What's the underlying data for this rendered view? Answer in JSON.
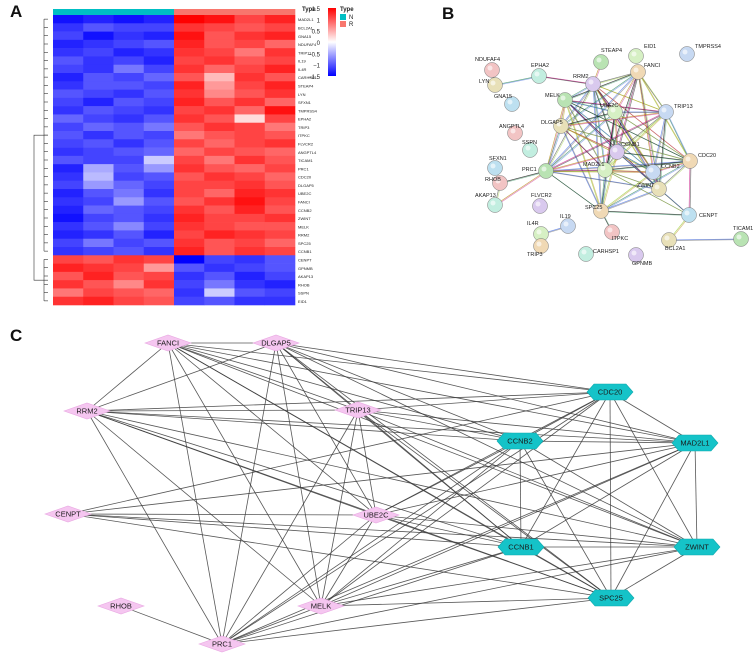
{
  "panels": {
    "a": "A",
    "b": "B",
    "c": "C"
  },
  "heatmap": {
    "genes": [
      "MAD2L1",
      "BCL2A1",
      "GNA15",
      "NDUFAF4",
      "TRIP11",
      "IL19",
      "IL4R",
      "CARHSP1",
      "STEAP4",
      "LYN",
      "SFXN1",
      "TMPRSS4",
      "EPHA2",
      "TRIP3",
      "ITPKC",
      "FLVCR2",
      "ANGPTL4",
      "TICAM1",
      "PRC1",
      "CDC20",
      "DLGAP5",
      "UBE2C",
      "FANCI",
      "CCNB2",
      "ZWINT",
      "MELK",
      "RRM2",
      "SPC25",
      "CCNB1",
      "CENPT",
      "GPNMB",
      "AKAP13",
      "RHOB",
      "SSPN",
      "EID1"
    ],
    "values": [
      [
        -1.4,
        -1.3,
        -1.4,
        -1.3,
        1.5,
        1.4,
        1.1,
        1.3
      ],
      [
        -1.2,
        -1.0,
        -1.1,
        -1.1,
        1.2,
        1.1,
        1.0,
        1.1
      ],
      [
        -1.1,
        -1.4,
        -1.2,
        -1.3,
        1.4,
        1.0,
        1.2,
        1.3
      ],
      [
        -1.3,
        -1.2,
        -1.1,
        -1.0,
        1.3,
        1.0,
        1.1,
        0.9
      ],
      [
        -1.2,
        -1.1,
        -1.3,
        -1.2,
        1.2,
        1.1,
        0.8,
        1.2
      ],
      [
        -1.0,
        -1.2,
        -1.1,
        -1.3,
        1.1,
        1.2,
        1.0,
        1.1
      ],
      [
        -1.1,
        -1.2,
        -0.8,
        -1.1,
        1.2,
        0.9,
        1.1,
        1.3
      ],
      [
        -1.3,
        -1.0,
        -1.1,
        -0.9,
        1.0,
        0.4,
        1.2,
        1.0
      ],
      [
        -1.2,
        -1.0,
        -1.0,
        -1.1,
        1.3,
        0.6,
        1.1,
        1.3
      ],
      [
        -1.0,
        -1.1,
        -1.2,
        -1.0,
        1.2,
        0.7,
        1.0,
        1.2
      ],
      [
        -1.1,
        -1.3,
        -1.0,
        -1.1,
        1.3,
        1.0,
        1.2,
        0.9
      ],
      [
        -1.2,
        -1.0,
        -1.1,
        -1.2,
        1.1,
        1.2,
        0.9,
        1.4
      ],
      [
        -0.9,
        -1.1,
        -1.2,
        -1.0,
        1.2,
        1.0,
        0.2,
        1.1
      ],
      [
        -1.1,
        -0.9,
        -1.0,
        -0.8,
        1.0,
        1.2,
        1.1,
        0.8
      ],
      [
        -1.0,
        -1.2,
        -1.0,
        -1.1,
        0.8,
        1.0,
        1.1,
        1.0
      ],
      [
        -1.1,
        -1.0,
        -1.2,
        -1.0,
        1.1,
        0.9,
        1.1,
        1.2
      ],
      [
        -1.2,
        -1.1,
        -1.0,
        -0.9,
        0.9,
        1.1,
        1.0,
        0.9
      ],
      [
        -1.0,
        -1.1,
        -1.1,
        -0.3,
        1.1,
        0.8,
        1.2,
        1.0
      ],
      [
        -1.3,
        -0.5,
        -1.0,
        -0.6,
        1.2,
        1.0,
        0.9,
        1.1
      ],
      [
        -1.2,
        -0.4,
        -1.1,
        -1.0,
        1.0,
        1.2,
        1.1,
        0.9
      ],
      [
        -1.1,
        -0.6,
        -0.9,
        -1.1,
        1.1,
        1.1,
        1.2,
        1.0
      ],
      [
        -1.3,
        -1.0,
        -0.8,
        -1.2,
        1.1,
        0.9,
        1.3,
        1.2
      ],
      [
        -1.2,
        -1.1,
        -0.6,
        -1.0,
        1.0,
        1.2,
        1.4,
        1.1
      ],
      [
        -1.3,
        -0.9,
        -1.0,
        -1.1,
        1.2,
        1.0,
        1.3,
        1.0
      ],
      [
        -1.4,
        -1.1,
        -1.0,
        -1.2,
        1.3,
        1.1,
        1.1,
        1.2
      ],
      [
        -1.2,
        -1.0,
        -0.7,
        -1.1,
        1.2,
        1.1,
        1.0,
        1.0
      ],
      [
        -1.3,
        -1.2,
        -1.0,
        -1.3,
        1.1,
        1.3,
        1.2,
        1.1
      ],
      [
        -1.1,
        -0.8,
        -1.1,
        -1.0,
        1.2,
        1.0,
        1.1,
        0.9
      ],
      [
        -1.2,
        -1.1,
        -1.0,
        -1.2,
        1.3,
        1.0,
        1.2,
        1.1
      ],
      [
        1.1,
        1.0,
        1.2,
        1.1,
        -1.5,
        -1.1,
        -1.2,
        -1.0
      ],
      [
        1.3,
        1.2,
        1.1,
        0.6,
        -1.0,
        -1.2,
        -1.1,
        -1.0
      ],
      [
        1.0,
        1.3,
        1.0,
        1.1,
        -1.2,
        -1.0,
        -1.3,
        -1.1
      ],
      [
        1.2,
        1.0,
        0.7,
        1.2,
        -1.1,
        -0.8,
        -1.2,
        -1.3
      ],
      [
        0.8,
        1.1,
        1.0,
        0.9,
        -1.2,
        -0.3,
        -1.0,
        -1.1
      ],
      [
        1.2,
        1.3,
        1.1,
        1.0,
        -1.1,
        -1.0,
        -1.2,
        -1.2
      ]
    ],
    "groups": [
      "N",
      "N",
      "N",
      "N",
      "R",
      "R",
      "R",
      "R"
    ],
    "legend_title": "Type",
    "legend_items": [
      {
        "label": "N",
        "color": "#00BFC4"
      },
      {
        "label": "R",
        "color": "#F8766D"
      }
    ],
    "scale_title": "Type",
    "scale_ticks": [
      "1.5",
      "1",
      "0.5",
      "0",
      "−0.5",
      "−1",
      "−1.5"
    ]
  },
  "ppi": {
    "nodes": [
      {
        "id": "STEAP4",
        "label": "STEAP4"
      },
      {
        "id": "EID1",
        "label": "EID1"
      },
      {
        "id": "TMPRSS4",
        "label": "TMPRSS4"
      },
      {
        "id": "NDUFAF4",
        "label": "NDUFAF4"
      },
      {
        "id": "LYN",
        "label": "LYN"
      },
      {
        "id": "EPHA2",
        "label": "EPHA2"
      },
      {
        "id": "RRM2",
        "label": "RRM2"
      },
      {
        "id": "FANCI",
        "label": "FANCI"
      },
      {
        "id": "GNA15",
        "label": "GNA15"
      },
      {
        "id": "MELK",
        "label": "MELK"
      },
      {
        "id": "UBE2C",
        "label": "UBE2C"
      },
      {
        "id": "TRIP13",
        "label": "TRIP13"
      },
      {
        "id": "ANGPTL4",
        "label": "ANGPTL4"
      },
      {
        "id": "DLGAP5",
        "label": "DLGAP5"
      },
      {
        "id": "SSPN",
        "label": "SSPN"
      },
      {
        "id": "CCNB1",
        "label": "CCNB1"
      },
      {
        "id": "CDC20",
        "label": "CDC20"
      },
      {
        "id": "SFXN1",
        "label": "SFXN1"
      },
      {
        "id": "PRC1",
        "label": "PRC1"
      },
      {
        "id": "MAD2L1",
        "label": "MAD2L1"
      },
      {
        "id": "CCNB2",
        "label": "CCNB2"
      },
      {
        "id": "RHOB",
        "label": "RHOB"
      },
      {
        "id": "ZWINT",
        "label": "ZWINT"
      },
      {
        "id": "AKAP13",
        "label": "AKAP13"
      },
      {
        "id": "FLVCR2",
        "label": "FLVCR2"
      },
      {
        "id": "SPC25",
        "label": "SPC25"
      },
      {
        "id": "CENPT",
        "label": "CENPT"
      },
      {
        "id": "TICAM1",
        "label": "TICAM1"
      },
      {
        "id": "IL4R",
        "label": "IL4R"
      },
      {
        "id": "IL19",
        "label": "IL19"
      },
      {
        "id": "ITPKC",
        "label": "ITPKC"
      },
      {
        "id": "BCL2A1",
        "label": "BCL2A1"
      },
      {
        "id": "CARHSP1",
        "label": "CARHSP1"
      },
      {
        "id": "GPNMB",
        "label": "GPNMB"
      },
      {
        "id": "TRIP3",
        "label": "TRIP3"
      }
    ],
    "edges": [
      [
        "RRM2",
        "FANCI"
      ],
      [
        "RRM2",
        "MELK"
      ],
      [
        "RRM2",
        "UBE2C"
      ],
      [
        "RRM2",
        "TRIP13"
      ],
      [
        "RRM2",
        "DLGAP5"
      ],
      [
        "RRM2",
        "CCNB1"
      ],
      [
        "RRM2",
        "CDC20"
      ],
      [
        "RRM2",
        "PRC1"
      ],
      [
        "RRM2",
        "MAD2L1"
      ],
      [
        "RRM2",
        "CCNB2"
      ],
      [
        "RRM2",
        "ZWINT"
      ],
      [
        "RRM2",
        "SPC25"
      ],
      [
        "FANCI",
        "MELK"
      ],
      [
        "FANCI",
        "UBE2C"
      ],
      [
        "FANCI",
        "TRIP13"
      ],
      [
        "FANCI",
        "DLGAP5"
      ],
      [
        "FANCI",
        "CCNB1"
      ],
      [
        "FANCI",
        "CDC20"
      ],
      [
        "FANCI",
        "PRC1"
      ],
      [
        "FANCI",
        "MAD2L1"
      ],
      [
        "FANCI",
        "CCNB2"
      ],
      [
        "FANCI",
        "ZWINT"
      ],
      [
        "MELK",
        "UBE2C"
      ],
      [
        "MELK",
        "TRIP13"
      ],
      [
        "MELK",
        "DLGAP5"
      ],
      [
        "MELK",
        "CCNB1"
      ],
      [
        "MELK",
        "CDC20"
      ],
      [
        "MELK",
        "PRC1"
      ],
      [
        "MELK",
        "MAD2L1"
      ],
      [
        "MELK",
        "CCNB2"
      ],
      [
        "MELK",
        "ZWINT"
      ],
      [
        "MELK",
        "SPC25"
      ],
      [
        "UBE2C",
        "TRIP13"
      ],
      [
        "UBE2C",
        "DLGAP5"
      ],
      [
        "UBE2C",
        "CCNB1"
      ],
      [
        "UBE2C",
        "CDC20"
      ],
      [
        "UBE2C",
        "PRC1"
      ],
      [
        "UBE2C",
        "MAD2L1"
      ],
      [
        "UBE2C",
        "CCNB2"
      ],
      [
        "UBE2C",
        "ZWINT"
      ],
      [
        "UBE2C",
        "SPC25"
      ],
      [
        "TRIP13",
        "DLGAP5"
      ],
      [
        "TRIP13",
        "CCNB1"
      ],
      [
        "TRIP13",
        "CDC20"
      ],
      [
        "TRIP13",
        "PRC1"
      ],
      [
        "TRIP13",
        "MAD2L1"
      ],
      [
        "TRIP13",
        "CCNB2"
      ],
      [
        "TRIP13",
        "ZWINT"
      ],
      [
        "DLGAP5",
        "CCNB1"
      ],
      [
        "DLGAP5",
        "CDC20"
      ],
      [
        "DLGAP5",
        "PRC1"
      ],
      [
        "DLGAP5",
        "MAD2L1"
      ],
      [
        "DLGAP5",
        "CCNB2"
      ],
      [
        "DLGAP5",
        "SPC25"
      ],
      [
        "CCNB1",
        "CDC20"
      ],
      [
        "CCNB1",
        "PRC1"
      ],
      [
        "CCNB1",
        "MAD2L1"
      ],
      [
        "CCNB1",
        "CCNB2"
      ],
      [
        "CCNB1",
        "ZWINT"
      ],
      [
        "CCNB1",
        "SPC25"
      ],
      [
        "CDC20",
        "PRC1"
      ],
      [
        "CDC20",
        "MAD2L1"
      ],
      [
        "CDC20",
        "CCNB2"
      ],
      [
        "CDC20",
        "ZWINT"
      ],
      [
        "CDC20",
        "SPC25"
      ],
      [
        "PRC1",
        "MAD2L1"
      ],
      [
        "PRC1",
        "CCNB2"
      ],
      [
        "PRC1",
        "ZWINT"
      ],
      [
        "PRC1",
        "SPC25"
      ],
      [
        "MAD2L1",
        "CCNB2"
      ],
      [
        "MAD2L1",
        "ZWINT"
      ],
      [
        "MAD2L1",
        "SPC25"
      ],
      [
        "CCNB2",
        "ZWINT"
      ],
      [
        "CCNB2",
        "SPC25"
      ],
      [
        "ZWINT",
        "SPC25"
      ],
      [
        "CENPT",
        "SPC25"
      ],
      [
        "CENPT",
        "ZWINT"
      ],
      [
        "CENPT",
        "MAD2L1"
      ],
      [
        "CENPT",
        "CCNB1"
      ],
      [
        "CENPT",
        "CDC20"
      ],
      [
        "CENPT",
        "BCL2A1"
      ],
      [
        "BCL2A1",
        "TICAM1"
      ],
      [
        "PRC1",
        "RHOB"
      ],
      [
        "PRC1",
        "AKAP13"
      ],
      [
        "RHOB",
        "AKAP13"
      ],
      [
        "LYN",
        "EPHA2"
      ],
      [
        "EPHA2",
        "RRM2"
      ],
      [
        "IL4R",
        "TRIP3"
      ],
      [
        "IL4R",
        "IL19"
      ],
      [
        "ITPKC",
        "SPC25"
      ],
      [
        "STEAP4",
        "RRM2"
      ]
    ]
  },
  "network": {
    "nodes": [
      {
        "id": "FANCI",
        "label": "FANCI",
        "shape": "diamond"
      },
      {
        "id": "DLGAP5",
        "label": "DLGAP5",
        "shape": "diamond"
      },
      {
        "id": "RRM2",
        "label": "RRM2",
        "shape": "diamond"
      },
      {
        "id": "TRIP13",
        "label": "TRIP13",
        "shape": "diamond"
      },
      {
        "id": "CDC20",
        "label": "CDC20",
        "shape": "hexagon"
      },
      {
        "id": "CCNB2",
        "label": "CCNB2",
        "shape": "hexagon"
      },
      {
        "id": "MAD2L1",
        "label": "MAD2L1",
        "shape": "hexagon"
      },
      {
        "id": "CENPT",
        "label": "CENPT",
        "shape": "diamond"
      },
      {
        "id": "UBE2C",
        "label": "UBE2C",
        "shape": "diamond"
      },
      {
        "id": "CCNB1",
        "label": "CCNB1",
        "shape": "hexagon"
      },
      {
        "id": "ZWINT",
        "label": "ZWINT",
        "shape": "hexagon"
      },
      {
        "id": "RHOB",
        "label": "RHOB",
        "shape": "diamond"
      },
      {
        "id": "MELK",
        "label": "MELK",
        "shape": "diamond"
      },
      {
        "id": "SPC25",
        "label": "SPC25",
        "shape": "hexagon"
      },
      {
        "id": "PRC1",
        "label": "PRC1",
        "shape": "diamond"
      }
    ],
    "edges": [
      [
        "FANCI",
        "DLGAP5"
      ],
      [
        "FANCI",
        "RRM2"
      ],
      [
        "FANCI",
        "TRIP13"
      ],
      [
        "FANCI",
        "CDC20"
      ],
      [
        "FANCI",
        "CCNB2"
      ],
      [
        "FANCI",
        "MAD2L1"
      ],
      [
        "FANCI",
        "UBE2C"
      ],
      [
        "FANCI",
        "CCNB1"
      ],
      [
        "FANCI",
        "ZWINT"
      ],
      [
        "FANCI",
        "MELK"
      ],
      [
        "FANCI",
        "SPC25"
      ],
      [
        "FANCI",
        "PRC1"
      ],
      [
        "DLGAP5",
        "RRM2"
      ],
      [
        "DLGAP5",
        "TRIP13"
      ],
      [
        "DLGAP5",
        "CDC20"
      ],
      [
        "DLGAP5",
        "CCNB2"
      ],
      [
        "DLGAP5",
        "MAD2L1"
      ],
      [
        "DLGAP5",
        "UBE2C"
      ],
      [
        "DLGAP5",
        "CCNB1"
      ],
      [
        "DLGAP5",
        "ZWINT"
      ],
      [
        "DLGAP5",
        "MELK"
      ],
      [
        "DLGAP5",
        "SPC25"
      ],
      [
        "DLGAP5",
        "PRC1"
      ],
      [
        "RRM2",
        "TRIP13"
      ],
      [
        "RRM2",
        "CDC20"
      ],
      [
        "RRM2",
        "CCNB2"
      ],
      [
        "RRM2",
        "MAD2L1"
      ],
      [
        "RRM2",
        "UBE2C"
      ],
      [
        "RRM2",
        "CCNB1"
      ],
      [
        "RRM2",
        "ZWINT"
      ],
      [
        "RRM2",
        "MELK"
      ],
      [
        "RRM2",
        "SPC25"
      ],
      [
        "RRM2",
        "PRC1"
      ],
      [
        "TRIP13",
        "CDC20"
      ],
      [
        "TRIP13",
        "CCNB2"
      ],
      [
        "TRIP13",
        "MAD2L1"
      ],
      [
        "TRIP13",
        "UBE2C"
      ],
      [
        "TRIP13",
        "CCNB1"
      ],
      [
        "TRIP13",
        "ZWINT"
      ],
      [
        "TRIP13",
        "MELK"
      ],
      [
        "TRIP13",
        "SPC25"
      ],
      [
        "TRIP13",
        "PRC1"
      ],
      [
        "CDC20",
        "CCNB2"
      ],
      [
        "CDC20",
        "MAD2L1"
      ],
      [
        "CDC20",
        "UBE2C"
      ],
      [
        "CDC20",
        "CCNB1"
      ],
      [
        "CDC20",
        "ZWINT"
      ],
      [
        "CDC20",
        "MELK"
      ],
      [
        "CDC20",
        "SPC25"
      ],
      [
        "CDC20",
        "PRC1"
      ],
      [
        "CDC20",
        "CENPT"
      ],
      [
        "CCNB2",
        "MAD2L1"
      ],
      [
        "CCNB2",
        "UBE2C"
      ],
      [
        "CCNB2",
        "CCNB1"
      ],
      [
        "CCNB2",
        "ZWINT"
      ],
      [
        "CCNB2",
        "MELK"
      ],
      [
        "CCNB2",
        "SPC25"
      ],
      [
        "CCNB2",
        "PRC1"
      ],
      [
        "MAD2L1",
        "UBE2C"
      ],
      [
        "MAD2L1",
        "CCNB1"
      ],
      [
        "MAD2L1",
        "ZWINT"
      ],
      [
        "MAD2L1",
        "MELK"
      ],
      [
        "MAD2L1",
        "SPC25"
      ],
      [
        "MAD2L1",
        "PRC1"
      ],
      [
        "MAD2L1",
        "CENPT"
      ],
      [
        "CENPT",
        "UBE2C"
      ],
      [
        "CENPT",
        "CCNB1"
      ],
      [
        "CENPT",
        "ZWINT"
      ],
      [
        "CENPT",
        "SPC25"
      ],
      [
        "UBE2C",
        "CCNB1"
      ],
      [
        "UBE2C",
        "ZWINT"
      ],
      [
        "UBE2C",
        "MELK"
      ],
      [
        "UBE2C",
        "SPC25"
      ],
      [
        "UBE2C",
        "PRC1"
      ],
      [
        "CCNB1",
        "ZWINT"
      ],
      [
        "CCNB1",
        "MELK"
      ],
      [
        "CCNB1",
        "SPC25"
      ],
      [
        "CCNB1",
        "PRC1"
      ],
      [
        "ZWINT",
        "MELK"
      ],
      [
        "ZWINT",
        "SPC25"
      ],
      [
        "ZWINT",
        "PRC1"
      ],
      [
        "MELK",
        "SPC25"
      ],
      [
        "MELK",
        "PRC1"
      ],
      [
        "SPC25",
        "PRC1"
      ],
      [
        "RHOB",
        "PRC1"
      ]
    ],
    "colors": {
      "diamond": "#f5c6f0",
      "hexagon": "#15c3c8",
      "edge": "#3a3a3a"
    }
  }
}
